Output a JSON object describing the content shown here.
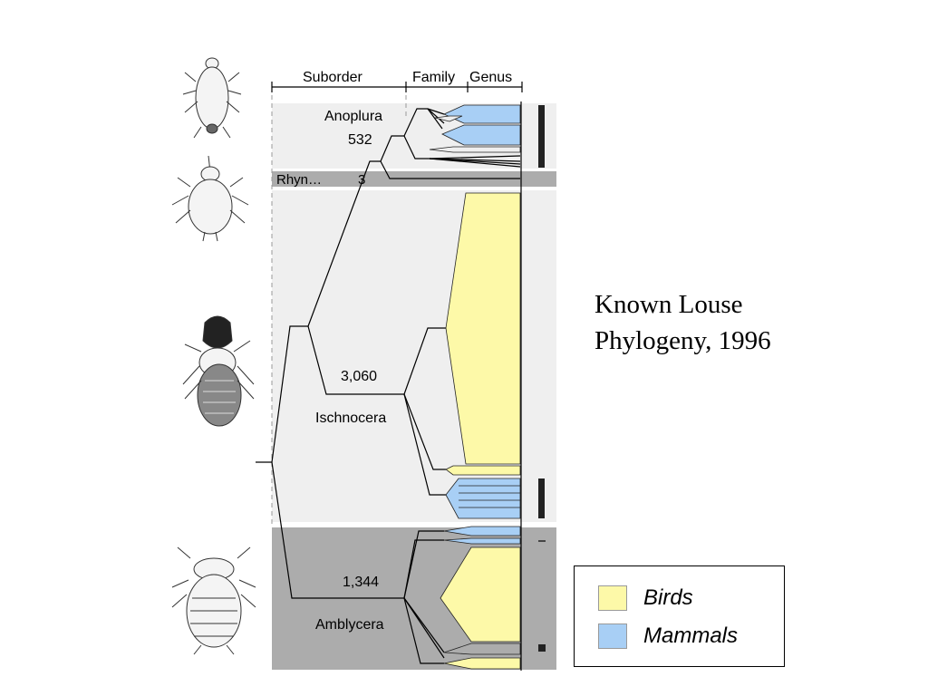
{
  "title_line1": "Known Louse",
  "title_line2": "Phylogeny, 1996",
  "header": {
    "suborder": "Suborder",
    "family": "Family",
    "genus": "Genus"
  },
  "clades": {
    "anoplura": {
      "name": "Anoplura",
      "count": "532"
    },
    "rhyncho": {
      "name": "Rhyn…",
      "count": "3"
    },
    "ischnocera": {
      "name": "Ischnocera",
      "count": "3,060"
    },
    "amblycera": {
      "name": "Amblycera",
      "count": "1,344"
    }
  },
  "legend": {
    "birds": {
      "label": "Birds",
      "color": "#fdf9a8"
    },
    "mammals": {
      "label": "Mammals",
      "color": "#a8cff5"
    }
  },
  "colors": {
    "light_panel": "#efefef",
    "dark_panel": "#acacac",
    "bird": "#fdf9a8",
    "mammal": "#a8cff5"
  },
  "illustrations": [
    "louse-illustration-anoplura",
    "louse-illustration-rhyncophthirina",
    "louse-illustration-ischnocera",
    "louse-illustration-amblycera"
  ]
}
